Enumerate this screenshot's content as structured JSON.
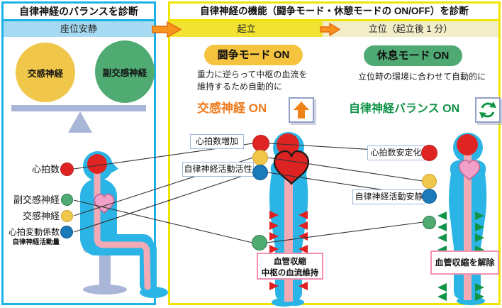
{
  "colors": {
    "left_panel_border": "#1cb2e6",
    "right_panel_border": "#f0e400",
    "seated_band_bg": "#a6d9f2",
    "stand_band_bg": "#f2e232",
    "standing_band_bg": "#f1edc8",
    "body_silhouette": "#2ab5e6",
    "artery_pink": "#f2aab4",
    "red_dot": "#e02424",
    "yellow_dot": "#f1c74b",
    "green_dot": "#4fab72",
    "blue_dot": "#1b7ab8",
    "stool_gray": "#a9b6d8",
    "flow_arrow_orange": "#f7941e",
    "fight_pill_bg": "#f6c33f",
    "rest_pill_bg": "#4fa973",
    "sympathetic_on_text": "#ee7b1f",
    "balance_on_text": "#0f9347",
    "annotation_border": "#9db9dd",
    "vessel_box_border": "#f490b0"
  },
  "left_panel": {
    "title": "自律神経のバランスを診断",
    "phase": "座位安静",
    "balance": {
      "left": "交感神経",
      "right": "副交感神経"
    },
    "metrics": [
      {
        "label": "心拍数",
        "dot": "#e02424"
      },
      {
        "label": "副交感神経",
        "dot": "#4fab72"
      },
      {
        "label": "交感神経",
        "dot": "#f1c74b"
      },
      {
        "label": "心拍変動係数",
        "sublabel": "自律神経活動量",
        "dot": "#1b7ab8"
      }
    ]
  },
  "right_panel": {
    "title": "自律神経の機能（闘争モード・休憩モードの ON/OFF）を診断",
    "stand": {
      "phase": "起立",
      "mode": "闘争モード ON",
      "desc_lines": [
        "重力に逆らって中枢の血流を",
        "維持するため自動的に"
      ],
      "result": "交感神経 ON",
      "result_icon": "up-arrow-icon",
      "annotations": [
        {
          "label": "心拍数増加",
          "dot": "#e02424"
        },
        {
          "label": "自律神経活動活性",
          "dot": "#1b7ab8"
        }
      ],
      "vessel_lines": [
        "血管収縮",
        "中枢の血流維持"
      ]
    },
    "standing": {
      "phase": "立位（起立後 1 分）",
      "mode": "休息モード ON",
      "desc": "立位時の環境に合わせて自動的に",
      "result": "自律神経バランス ON",
      "result_icon": "refresh-icon",
      "annotations": [
        {
          "label": "心拍数安定化",
          "dot": "#e02424"
        },
        {
          "label": "自律神経活動安静",
          "dot": "#1b7ab8"
        }
      ],
      "vessel": "血管収縮を解除"
    }
  }
}
